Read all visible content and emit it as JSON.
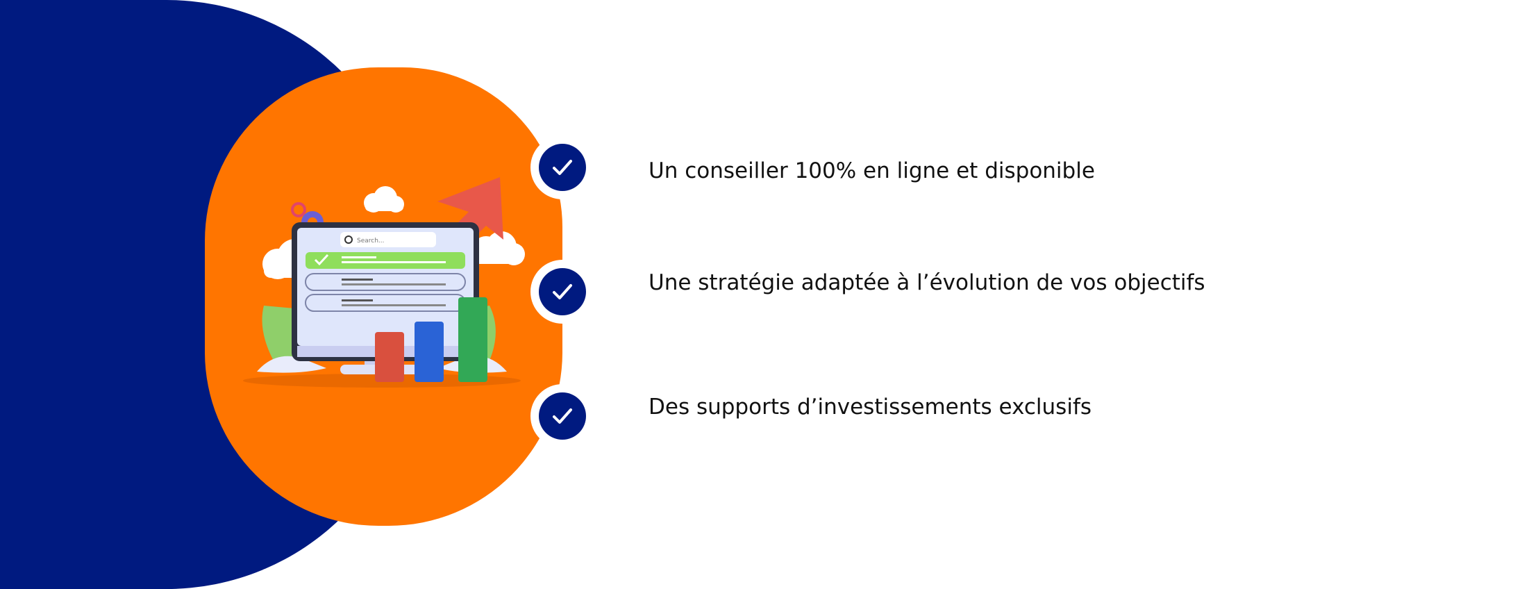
{
  "features": [
    {
      "text": "Un conseiller 100% en ligne et disponible",
      "icon": "check-icon"
    },
    {
      "text": "Une stratégie adaptée à l’évolution de vos objectifs",
      "icon": "check-icon"
    },
    {
      "text": "Des supports d’investissements exclusifs",
      "icon": "check-icon"
    }
  ],
  "illustration": {
    "search_placeholder": "Search...",
    "icon": "computer-dashboard-illustration"
  },
  "colors": {
    "navy": "#001a80",
    "orange": "#ff7500",
    "background": "#ffffff"
  }
}
